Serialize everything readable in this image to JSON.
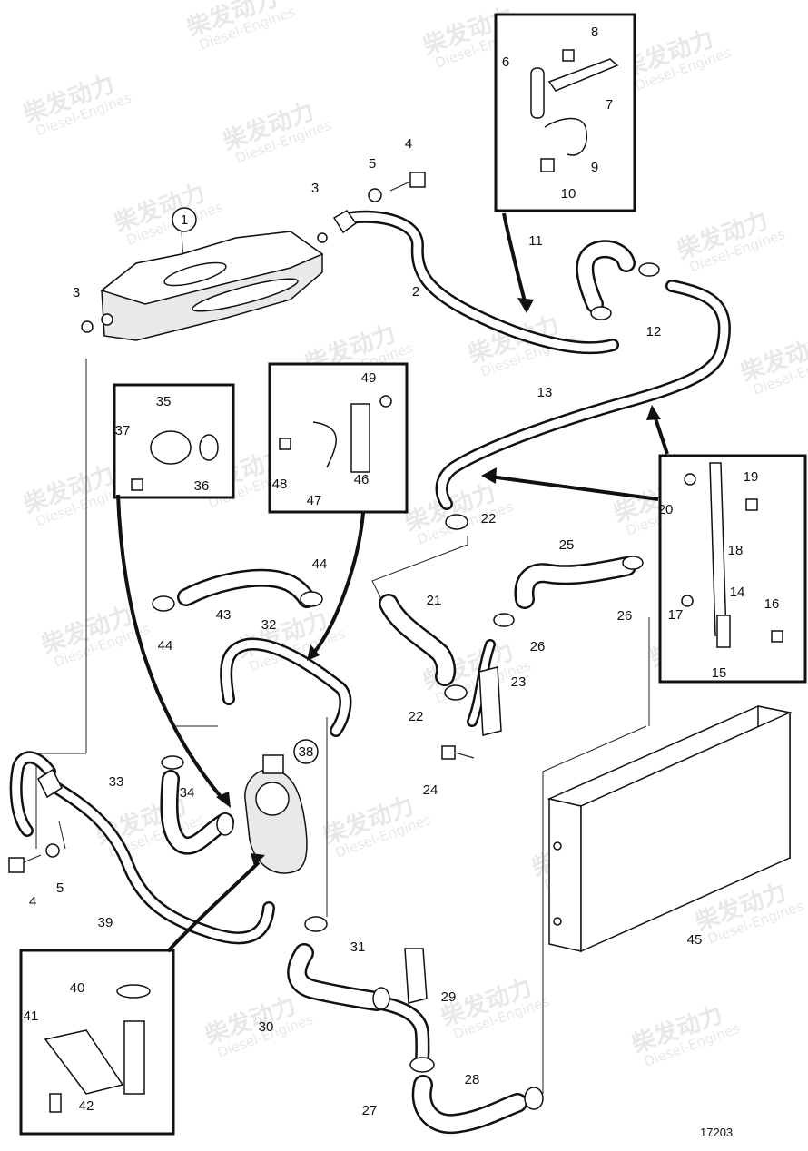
{
  "diagram": {
    "reference_number": "17203",
    "watermark": {
      "brand_cn": "柴发动力",
      "brand_en": "Diesel-Engines"
    },
    "part_numbers": [
      "1",
      "2",
      "3",
      "3",
      "4",
      "4",
      "5",
      "5",
      "6",
      "7",
      "8",
      "9",
      "10",
      "11",
      "12",
      "13",
      "14",
      "15",
      "16",
      "17",
      "18",
      "19",
      "20",
      "21",
      "22",
      "22",
      "23",
      "24",
      "25",
      "26",
      "26",
      "27",
      "28",
      "29",
      "30",
      "31",
      "32",
      "33",
      "34",
      "35",
      "36",
      "37",
      "38",
      "39",
      "40",
      "41",
      "42",
      "43",
      "44",
      "44",
      "45",
      "46",
      "47",
      "48",
      "49"
    ]
  }
}
